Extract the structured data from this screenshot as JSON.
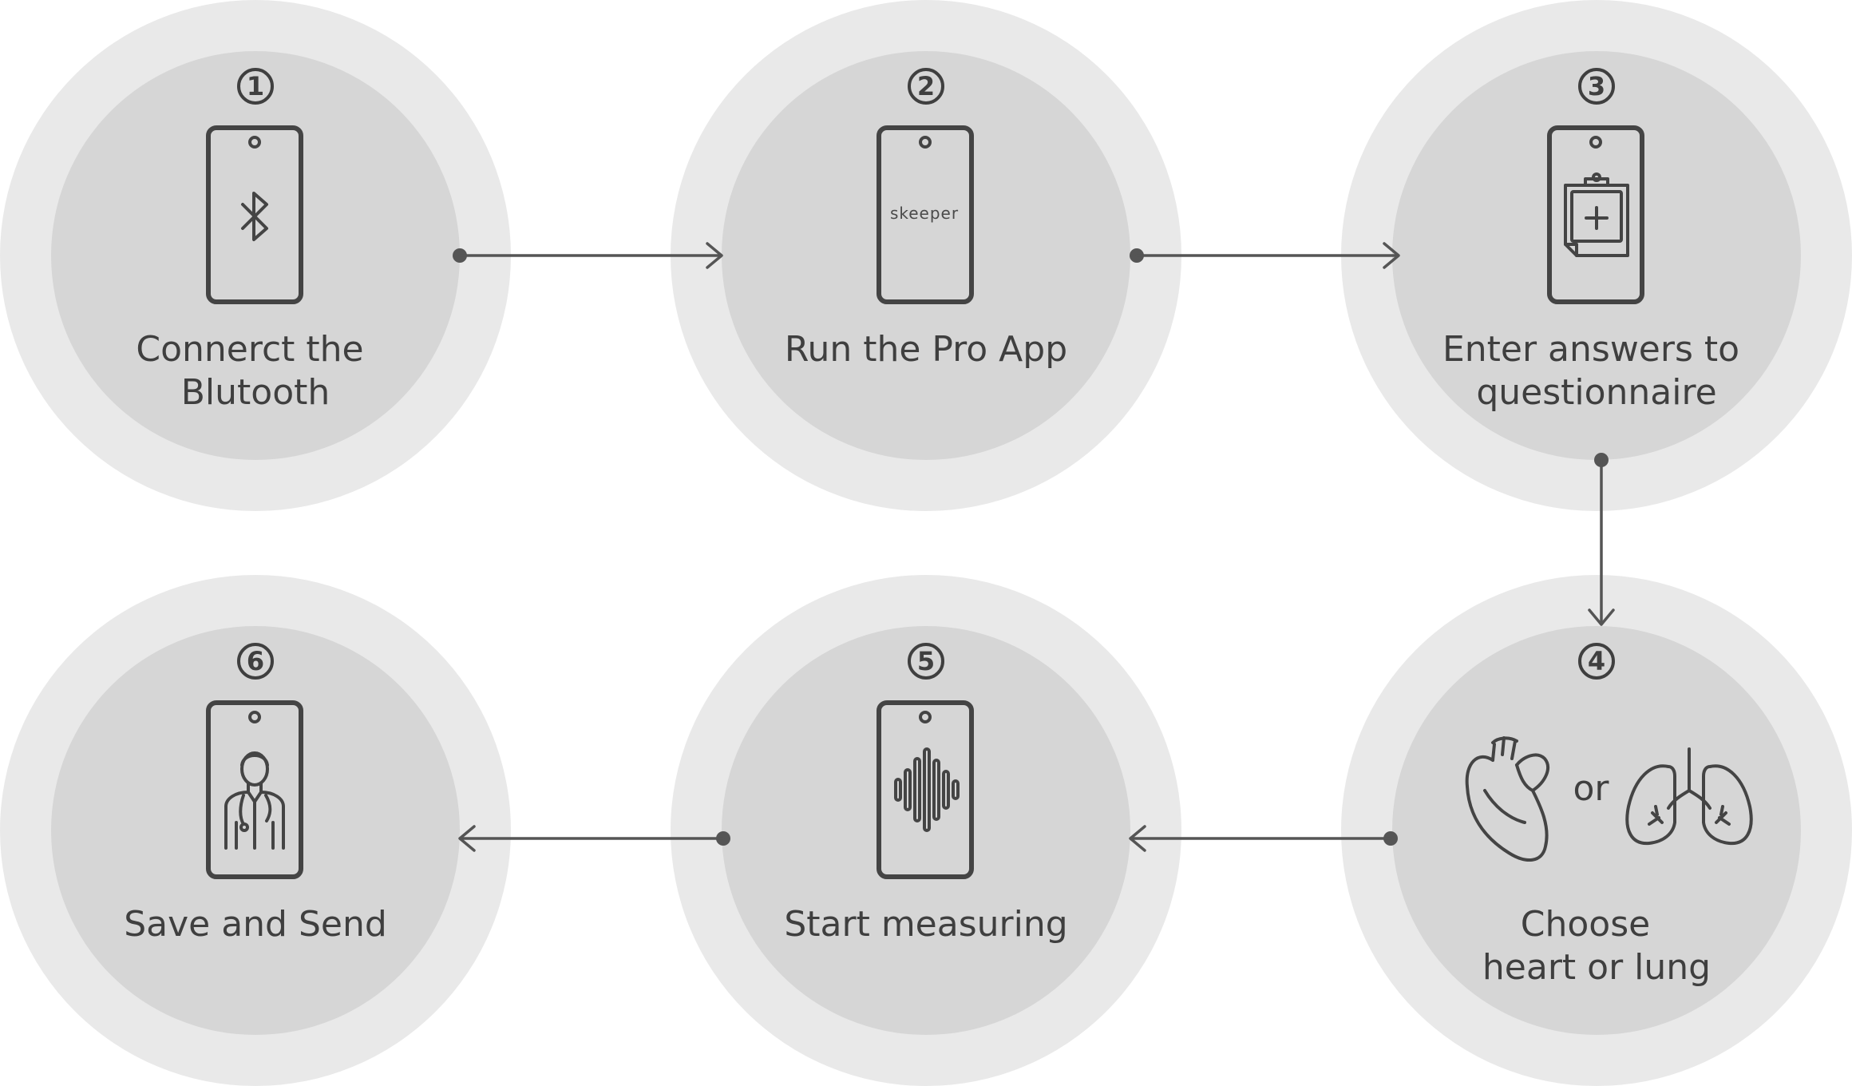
{
  "steps": [
    {
      "number": "1",
      "label_lines": [
        "Connerct the",
        "Blutooth"
      ],
      "icon": "bluetooth-phone-icon"
    },
    {
      "number": "2",
      "label_lines": [
        "Run the Pro App"
      ],
      "icon": "app-phone-icon",
      "brand": "skeeper"
    },
    {
      "number": "3",
      "label_lines": [
        "Enter answers to",
        "questionnaire"
      ],
      "icon": "clipboard-phone-icon"
    },
    {
      "number": "4",
      "label_lines": [
        "Choose",
        "heart or lung"
      ],
      "icon": "heart-lung-icon",
      "or_text": "or"
    },
    {
      "number": "5",
      "label_lines": [
        "Start measuring"
      ],
      "icon": "soundwave-phone-icon"
    },
    {
      "number": "6",
      "label_lines": [
        "Save and Send"
      ],
      "icon": "doctor-phone-icon"
    }
  ],
  "colors": {
    "outer_circle": "#e9e9e9",
    "inner_circle": "#d6d6d6",
    "ink": "#444444",
    "text": "#3f3f3f"
  }
}
